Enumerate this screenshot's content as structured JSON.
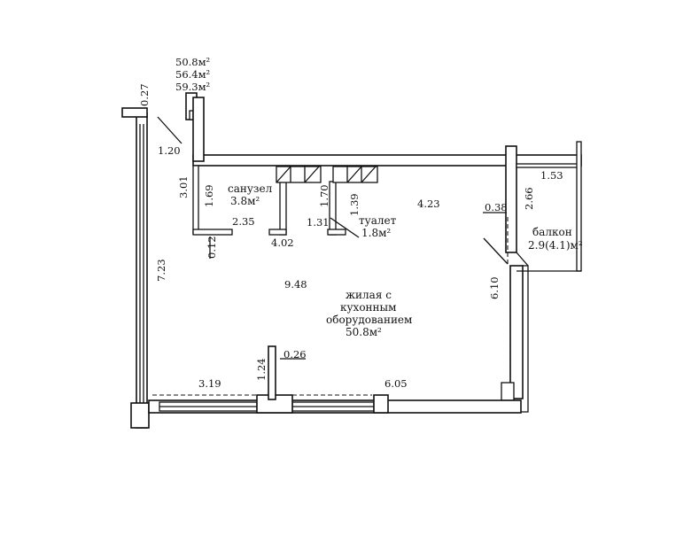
{
  "areas": {
    "total_1": "50.8м²",
    "total_2": "56.4м²",
    "total_3": "59.3м²"
  },
  "rooms": {
    "bathroom": {
      "name": "санузел",
      "area": "3.8м²"
    },
    "toilet": {
      "name": "туалет",
      "area": "1.8м²"
    },
    "balcony": {
      "name": "балкон",
      "area": "2.9(4.1)м²"
    },
    "living": {
      "line1": "жилая с",
      "line2": "кухонным",
      "line3": "оборудованием",
      "area": "50.8м²"
    }
  },
  "dimensions": {
    "d_027": "0.27",
    "d_120": "1.20",
    "d_301": "3.01",
    "d_169": "1.69",
    "d_235": "2.35",
    "d_012": "0.12",
    "d_402": "4.02",
    "d_170": "1.70",
    "d_139": "1.39",
    "d_131": "1.31",
    "d_423": "4.23",
    "d_038": "0.38",
    "d_266": "2.66",
    "d_153": "1.53",
    "d_723": "7.23",
    "d_948": "9.48",
    "d_610": "6.10",
    "d_124": "1.24",
    "d_026": "0.26",
    "d_319": "3.19",
    "d_605": "6.05"
  }
}
